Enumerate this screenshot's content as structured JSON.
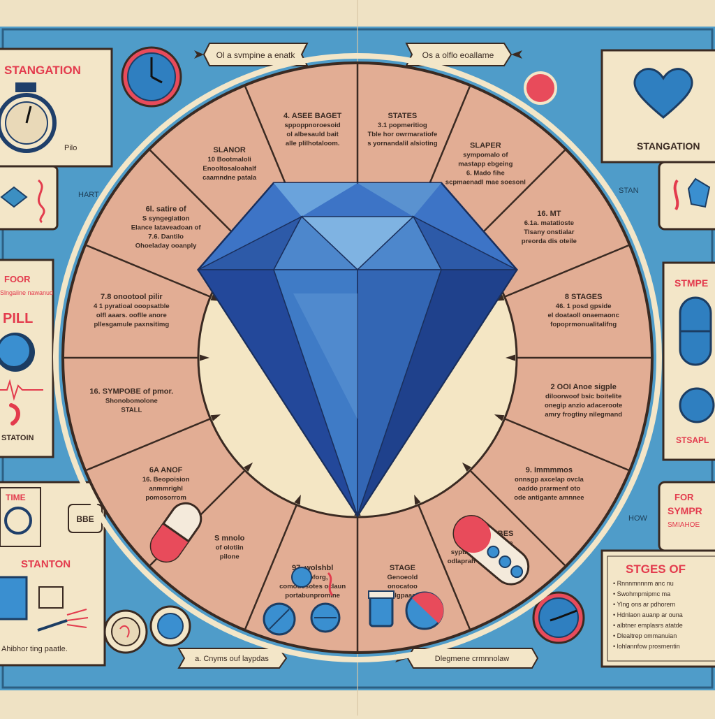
{
  "colors": {
    "paper": "#efe2c4",
    "board_blue": "#4f9cc9",
    "wheel_pink": "#e2ad94",
    "center_cream": "#f4e6c4",
    "diamond_blue": "#2f5fb3",
    "ink": "#3a2a22",
    "red": "#e33b4d"
  },
  "banners": {
    "top_left": "Ol a svmpine a enatk",
    "top_right": "Os a olflo eoallame",
    "bottom_left": "a. Cnyms ouf laypdas",
    "bottom_right": "Dlegmene crmnnolaw"
  },
  "side_labels": {
    "left": "HART",
    "right": "STAN",
    "right_low": "HOW"
  },
  "panels": {
    "top_left": {
      "title": "STANGATION",
      "caption": "Pilo"
    },
    "top_right": {
      "title": "STANGATION"
    },
    "mid_left": {
      "title_line1": "FOOR",
      "title_line2": "Slngaiine nawanud",
      "title_line3": "PILL",
      "footer": "STATOIN"
    },
    "mid_right": {
      "title": "STMPE",
      "footer": "STSAPL"
    },
    "bottom_left": {
      "time": "TIME",
      "badge": "BBE",
      "title": "STANTON",
      "caption": "Ahibhor ting paatle."
    },
    "bottom_right_top": {
      "line1": "FOR",
      "line2": "SYMPR",
      "line3": "SMIAHOE"
    },
    "bottom_right": {
      "title": "STGES OF",
      "bullets": [
        "Rnnnmnnnm anc nu",
        "Swohmpmipmc ma",
        "Ylng ons ar pdhorem",
        "Hdnlaon auanp ar ouna",
        "albtner emplasrs atatde",
        "Dlealtrep ommanuian",
        "lohlannfow prosmentin"
      ]
    }
  },
  "wheel_segments": [
    {
      "title": "STATES",
      "lines": [
        "3.1 popmeritiog",
        "Tble hor owrmaratiofe",
        "s yornandalil alsioting"
      ]
    },
    {
      "title": "SLAPER",
      "lines": [
        "sympomalo of",
        "mastapp ebgeing",
        "6. Mado fihe",
        "scpmaenadl mae soesonl"
      ]
    },
    {
      "title": "16. MT",
      "lines": [
        "6.1a. matatioste",
        "Tlsany onstialar",
        "preorda dis oteile"
      ]
    },
    {
      "title": "8 STAGES",
      "lines": [
        "46. 1 posd gpside",
        "el doataoll onaemaonc",
        "fopoprmonualitalifng"
      ]
    },
    {
      "title": "2 OOI Anoe sigple",
      "lines": [
        "diloorwoof bsic boitelite",
        "onegip anzio adaceroote",
        "amry frogtiny nilegmand"
      ]
    },
    {
      "title": "9. Immmmos",
      "lines": [
        "onnsgp axcelap ovcla",
        "oaddo prarmenf oto",
        "ode antigante amnnee"
      ]
    },
    {
      "title": "9. AMPIL OBES",
      "lines": [
        "10 sop torygnake",
        "syptior of voo tabalod",
        "odlaprah amla of eosten"
      ]
    },
    {
      "title": "STAGE",
      "lines": [
        "Genoeold",
        "onocatoo",
        "odelgpaaeto"
      ]
    },
    {
      "title": "97. wolshbl",
      "lines": [
        "odeoforg,",
        "comouosotes oclaun",
        "portabunpromine"
      ]
    },
    {
      "title": "S mnolo",
      "lines": [
        "of olotiin",
        "pilone"
      ]
    },
    {
      "title": "6A ANOF",
      "lines": [
        "16. Beopoision",
        "anmmrighl",
        "pomosorrom"
      ]
    },
    {
      "title": "16. SYMPOBE of pmor.",
      "lines": [
        "Shonobomolone",
        "STALL"
      ]
    },
    {
      "title": "7.8 onootool pilir",
      "lines": [
        "4 1 pyratioal ooopsatble",
        "olfl aaars. ooflle anore",
        "pllesgamule paxnsitimg"
      ]
    },
    {
      "title": "6l. satire of",
      "lines": [
        "S syngegiation",
        "Elance lataveadoan of",
        "7.6. Dantilo",
        "Ohoeladay ooanply"
      ]
    },
    {
      "title": "SLANOR",
      "lines": [
        "10 Bootmaloli",
        "Enooltosaloahalf",
        "caamndne patala"
      ]
    },
    {
      "title": "4. ASEE BAGET",
      "lines": [
        "sppoppnoroesoid",
        "ol albesauld bait",
        "alle plilhotaloom."
      ]
    }
  ]
}
